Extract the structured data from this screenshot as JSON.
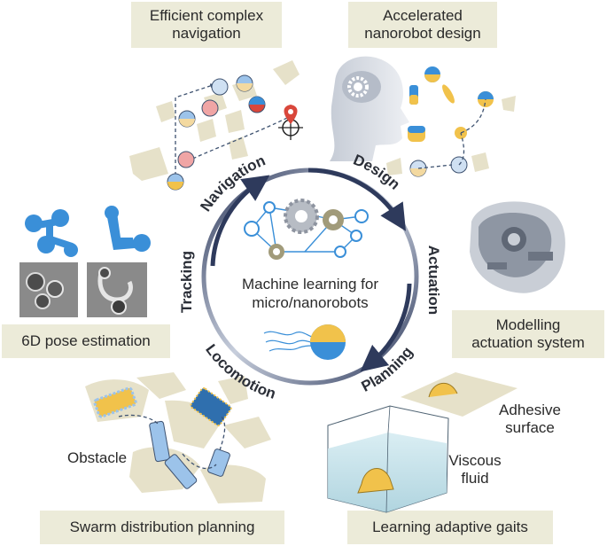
{
  "labels": {
    "navigation_title": "Efficient complex\nnavigation",
    "design_title": "Accelerated\nnanorobot design",
    "pose_title": "6D pose estimation",
    "modelling_title": "Modelling\nactuation system",
    "swarm_title": "Swarm distribution planning",
    "gaits_title": "Learning adaptive gaits",
    "center_title": "Machine learning for\nmicro/nanorobots",
    "obstacle": "Obstacle",
    "adhesive": "Adhesive\nsurface",
    "viscous": "Viscous\nfluid"
  },
  "ring": {
    "navigation": "Navigation",
    "design": "Design",
    "actuation": "Actuation",
    "locomotion": "Locomotion",
    "planning": "Planning",
    "tracking": "Tracking"
  },
  "colors": {
    "box_bg": "#ecebd9",
    "blob": "#e6e1c9",
    "ring_dark": "#2e3a5c",
    "ring_light": "#c9d0de",
    "robot_blue": "#3a8fd8",
    "robot_yellow": "#f1c24b",
    "marker_red": "#d9473b"
  }
}
